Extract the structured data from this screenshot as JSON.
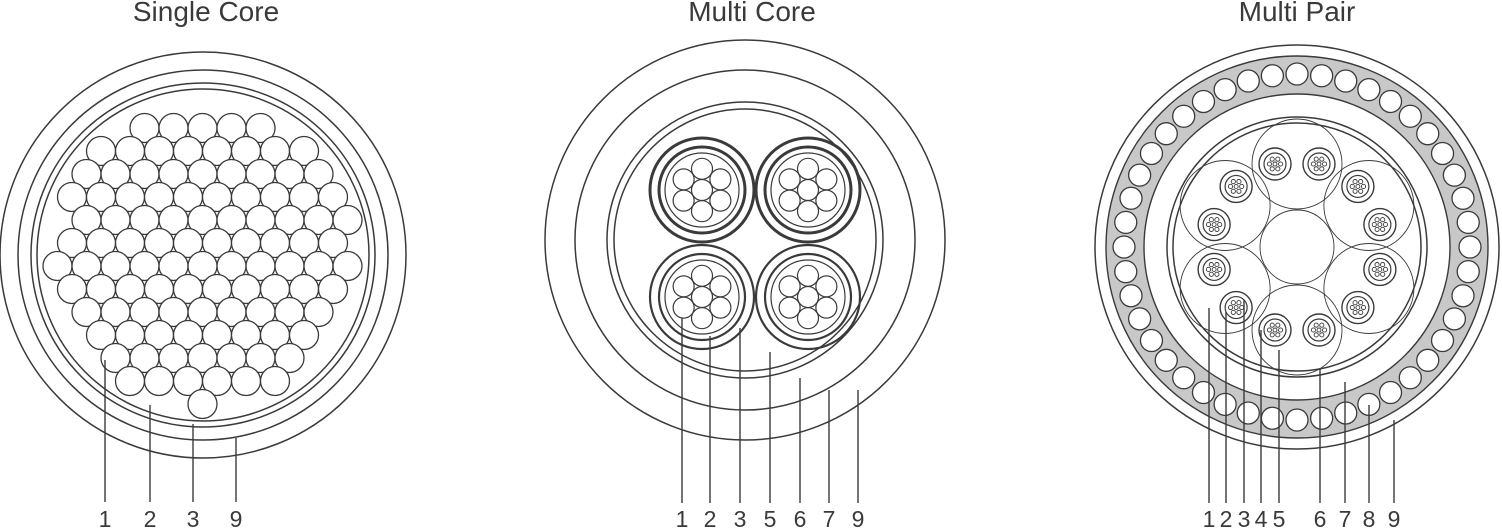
{
  "diagrams": [
    {
      "title": "Single Core",
      "callouts": [
        "1",
        "2",
        "3",
        "9"
      ]
    },
    {
      "title": "Multi Core",
      "callouts": [
        "1",
        "2",
        "3",
        "5",
        "6",
        "7",
        "9"
      ]
    },
    {
      "title": "Multi Pair",
      "callouts": [
        "1",
        "2",
        "3",
        "4",
        "5",
        "6",
        "7",
        "8",
        "9"
      ]
    }
  ],
  "colors": {
    "line": "#3a3a3a",
    "screen": "#c8c8c8",
    "background": "#ffffff"
  }
}
